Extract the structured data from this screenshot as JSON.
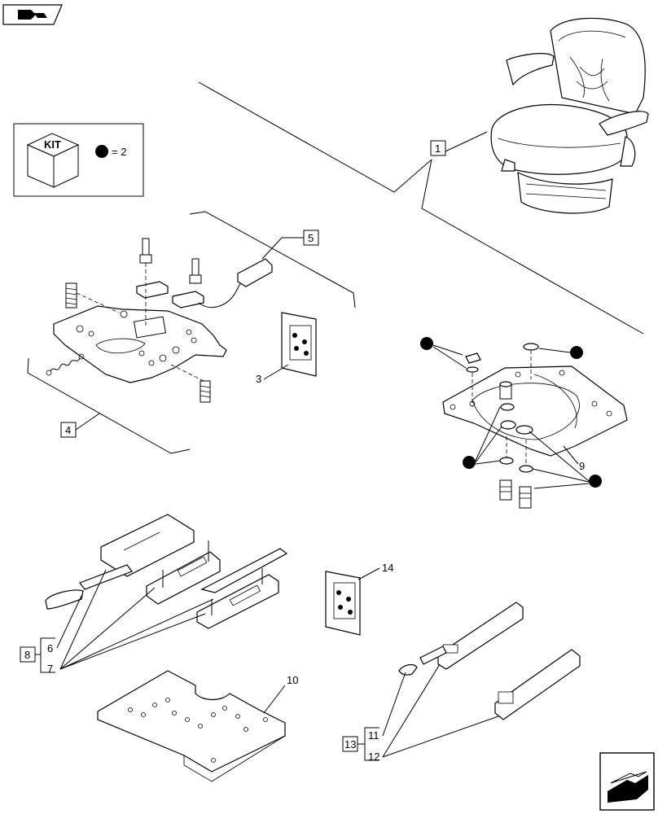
{
  "legend": {
    "kit_label": "KIT",
    "dot_equals": "= 2"
  },
  "callouts": {
    "c1": "1",
    "c3": "3",
    "c4": "4",
    "c5": "5",
    "c6": "6",
    "c7": "7",
    "c8": "8",
    "c9": "9",
    "c10": "10",
    "c11": "11",
    "c12": "12",
    "c13": "13",
    "c14": "14"
  },
  "icons": {
    "top_left": "book-arrow-icon",
    "bottom_right": "next-page-arrow-icon"
  }
}
